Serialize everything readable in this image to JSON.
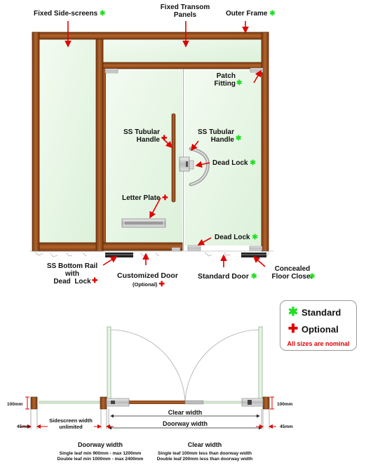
{
  "elevation_labels": {
    "fixed_side_screens": "Fixed Side-screens",
    "fixed_transom_panels": "Fixed Transom\nPanels",
    "outer_frame": "Outer Frame",
    "patch_fitting": "Patch\nFitting",
    "ss_tubular_handle_left": "SS Tubular\nHandle",
    "ss_tubular_handle_right": "SS Tubular\nHandle",
    "dead_lock_handle": "Dead Lock",
    "letter_plate": "Letter Plate",
    "dead_lock_bottom": "Dead Lock",
    "ss_bottom_rail": "SS Bottom Rail\nwith\nDead  Lock",
    "customized_door": "Customized Door",
    "customized_door_optional": "(Optional)",
    "standard_door": "Standard Door",
    "concealed_floor_closer": "Concealed\nFloor Closer"
  },
  "legend": {
    "standard_label": "Standard",
    "optional_label": "Optional",
    "standard_symbol": "✱",
    "optional_symbol": "✚",
    "nominal_note": "All sizes are nominal"
  },
  "plan_labels": {
    "frame_depth_left": "100mm",
    "frame_depth_right": "100mm",
    "clear_width": "Clear width",
    "doorway_width": "Doorway width",
    "gap_left": "45mm",
    "gap_right": "45mm",
    "sidescreen_width": "Sidescreen width\nunlimited"
  },
  "notes": {
    "doorway_title": "Doorway width",
    "doorway_line1": "Single leaf min 900mm - max 1200mm",
    "doorway_line2": "Double leaf min 1000mm - max 2400mm",
    "clear_title": "Clear width",
    "clear_line1": "Single leaf 100mm less than doorway width",
    "clear_line2": "Double leaf 200mm less than doorway width"
  },
  "colors": {
    "wood": "#9b4f1e",
    "wood_dark": "#6e3210",
    "glass": "#e6f6e4",
    "standard_marker": "#22dd22",
    "optional_marker": "#e00000",
    "arrow": "#e00000"
  }
}
